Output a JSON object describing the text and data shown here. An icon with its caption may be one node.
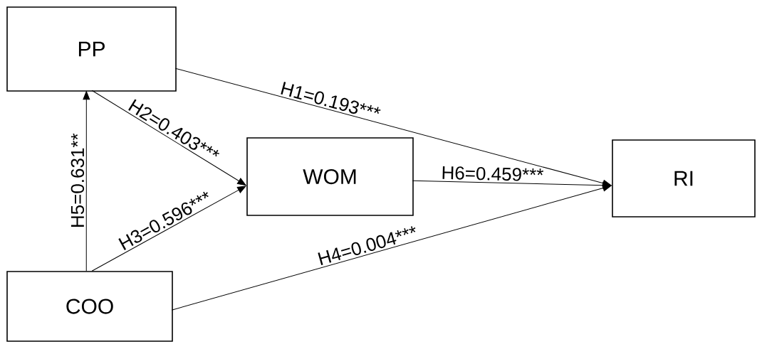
{
  "diagram": {
    "nodes": [
      {
        "text": [
          "PP"
        ]
      },
      {
        "text": [
          "WOM"
        ]
      },
      {
        "text": [
          "RI"
        ]
      },
      {
        "text": [
          "COO"
        ]
      }
    ],
    "edges": [
      {
        "from": 0,
        "to": 2,
        "arrow": "to",
        "label": "H1=0.193***"
      },
      {
        "from": 0,
        "to": 1,
        "arrow": "to",
        "label": "H2=0.403***"
      },
      {
        "from": 3,
        "to": 1,
        "arrow": "to",
        "label": "H3=0.596***"
      },
      {
        "from": 3,
        "to": 2,
        "arrow": "to",
        "label": "H4=0.004***"
      },
      {
        "from": 3,
        "to": 0,
        "arrow": "to",
        "label": "H5=0.631**"
      },
      {
        "from": 1,
        "to": 2,
        "arrow": "to",
        "label": "H6=0.459***"
      }
    ]
  }
}
